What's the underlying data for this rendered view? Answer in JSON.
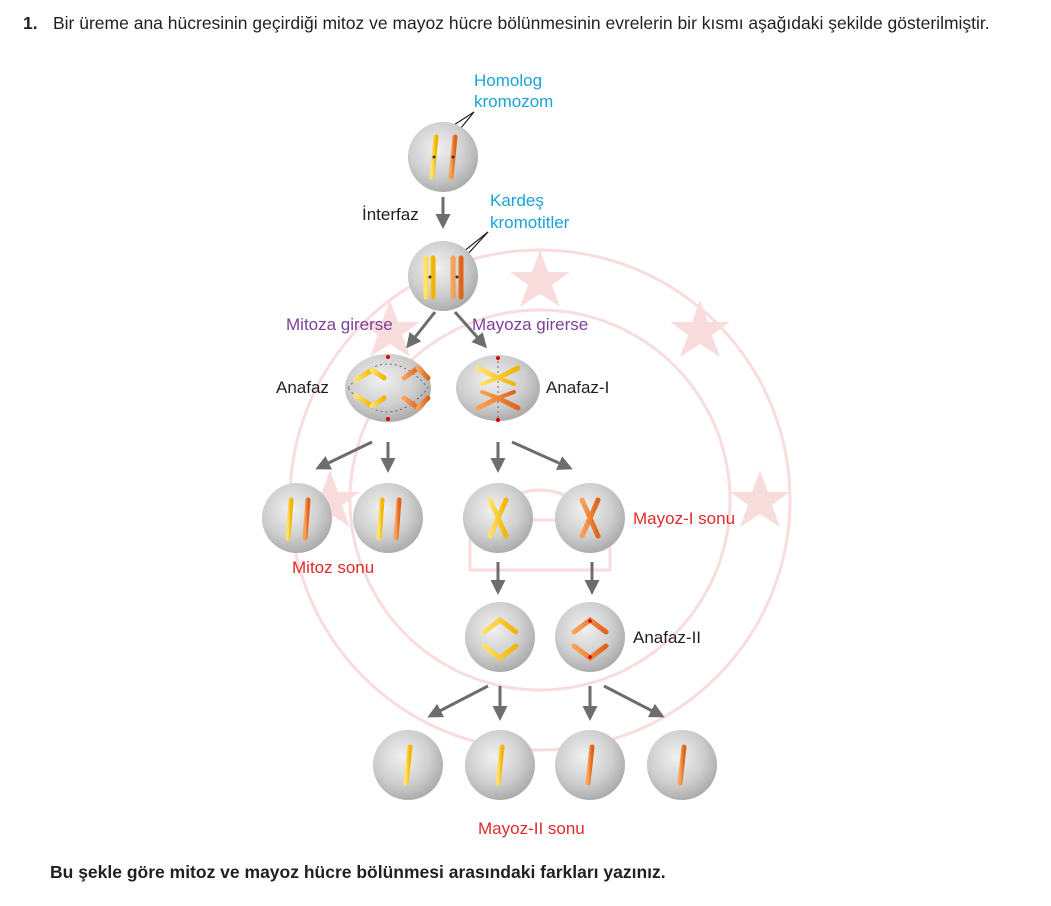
{
  "question": {
    "number": "1.",
    "text": "Bir üreme ana hücresinin geçirdiği mitoz ve mayoz hücre bölünmesinin evrelerin bir kısmı aşağıdaki şekilde gösterilmiştir."
  },
  "labels": {
    "homolog_line1": "Homolog",
    "homolog_line2": "kromozom",
    "interfaz": "İnterfaz",
    "kardes_line1": "Kardeş",
    "kardes_line2": "kromotitler",
    "mitoza_girerse": "Mitoza girerse",
    "mayoza_girerse": "Mayoza girerse",
    "anafaz": "Anafaz",
    "anafaz_1": "Anafaz-I",
    "mitoz_sonu": "Mitoz sonu",
    "mayoz_1_sonu": "Mayoz-I sonu",
    "anafaz_2": "Anafaz-II",
    "mayoz_2_sonu": "Mayoz-II sonu"
  },
  "footer": {
    "text": "Bu şekle göre mitoz ve mayoz hücre bölünmesi arasındaki farkları yazınız."
  },
  "colors": {
    "yellow_chromosome": "#f7c31a",
    "orange_chromosome": "#ee7b22",
    "label_cyan": "#1aa3d6",
    "label_purple": "#7e3f98",
    "label_red": "#e02b2b"
  }
}
